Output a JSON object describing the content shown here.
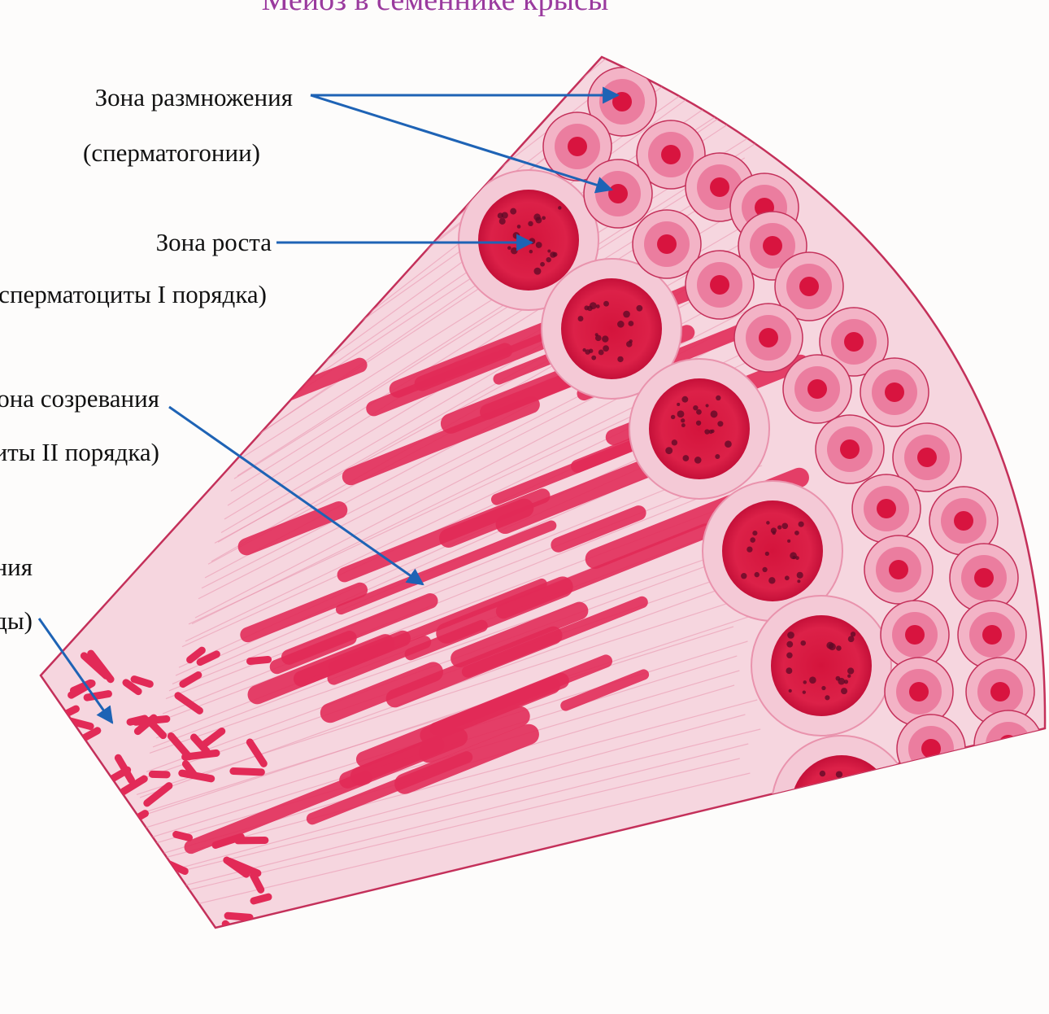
{
  "title": "Мейоз в семеннике крысы",
  "labels": {
    "reproduction": {
      "line1": "Зона размножения",
      "line2": "(сперматогонии)"
    },
    "growth": {
      "line1": "Зона роста",
      "line2": "(сперматоциты I порядка)"
    },
    "maturation": {
      "line1": "Зона созревания",
      "line2": "(сперматоциты II порядка)"
    },
    "formation": {
      "line1": "Зона формирования",
      "line2": "(сперматиды)"
    }
  },
  "colors": {
    "title": "#9a3a9e",
    "arrow": "#1e63b5",
    "tissue_light": "#f4c9d6",
    "tissue_mid": "#e993ad",
    "cell_dark": "#d8143f",
    "rod": "#e22a57",
    "outline": "#c4305a"
  },
  "icons": {
    "arrow": "arrow-pointer"
  }
}
